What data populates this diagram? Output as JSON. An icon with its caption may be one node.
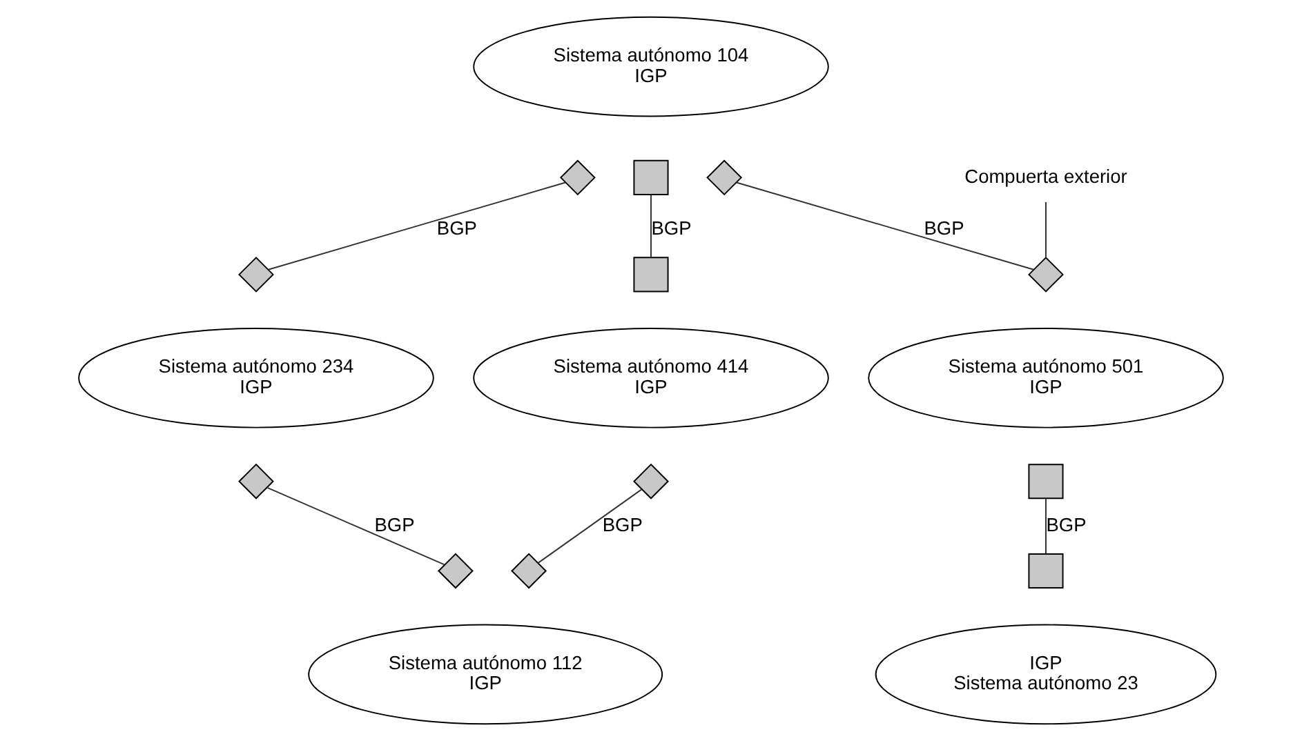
{
  "diagram": {
    "nodes": [
      {
        "text": [
          "Sistema autónomo 104",
          "IGP"
        ]
      },
      {
        "text": [
          "Sistema autónomo 234",
          "IGP"
        ]
      },
      {
        "text": [
          "Sistema autónomo 414",
          "IGP"
        ]
      },
      {
        "text": [
          "Sistema autónomo 501",
          "IGP"
        ]
      },
      {
        "text": [
          "Sistema autónomo 112",
          "IGP"
        ]
      },
      {
        "text": [
          "IGP",
          "Sistema autónomo 23"
        ]
      },
      {
        "text": [],
        "shape": "diamond"
      },
      {
        "text": [],
        "shape": "diamond"
      },
      {
        "text": [],
        "shape": "box"
      },
      {
        "text": [],
        "shape": "box"
      },
      {
        "text": [],
        "shape": "diamond"
      },
      {
        "text": [],
        "shape": "diamond"
      },
      {
        "text": [],
        "shape": "diamond"
      },
      {
        "text": [],
        "shape": "diamond"
      },
      {
        "text": [],
        "shape": "diamond"
      },
      {
        "text": [],
        "shape": "diamond"
      },
      {
        "text": [],
        "shape": "box"
      },
      {
        "text": [],
        "shape": "box"
      },
      {
        "text": [
          "Compuerta exterior"
        ]
      }
    ],
    "edges": [
      {
        "from": 6,
        "to": 7,
        "arrow": "none",
        "label": "BGP"
      },
      {
        "from": 10,
        "to": 11,
        "arrow": "none",
        "label": "BGP"
      },
      {
        "from": 8,
        "to": 9,
        "arrow": "none",
        "label": "BGP"
      },
      {
        "from": 16,
        "to": 17,
        "arrow": "none",
        "label": "BGP"
      },
      {
        "from": 12,
        "to": 13,
        "arrow": "none",
        "label": "BGP"
      },
      {
        "from": 14,
        "to": 15,
        "arrow": "none",
        "label": "BGP"
      },
      {
        "from": 18,
        "to": 11,
        "arrow": "none"
      }
    ]
  }
}
